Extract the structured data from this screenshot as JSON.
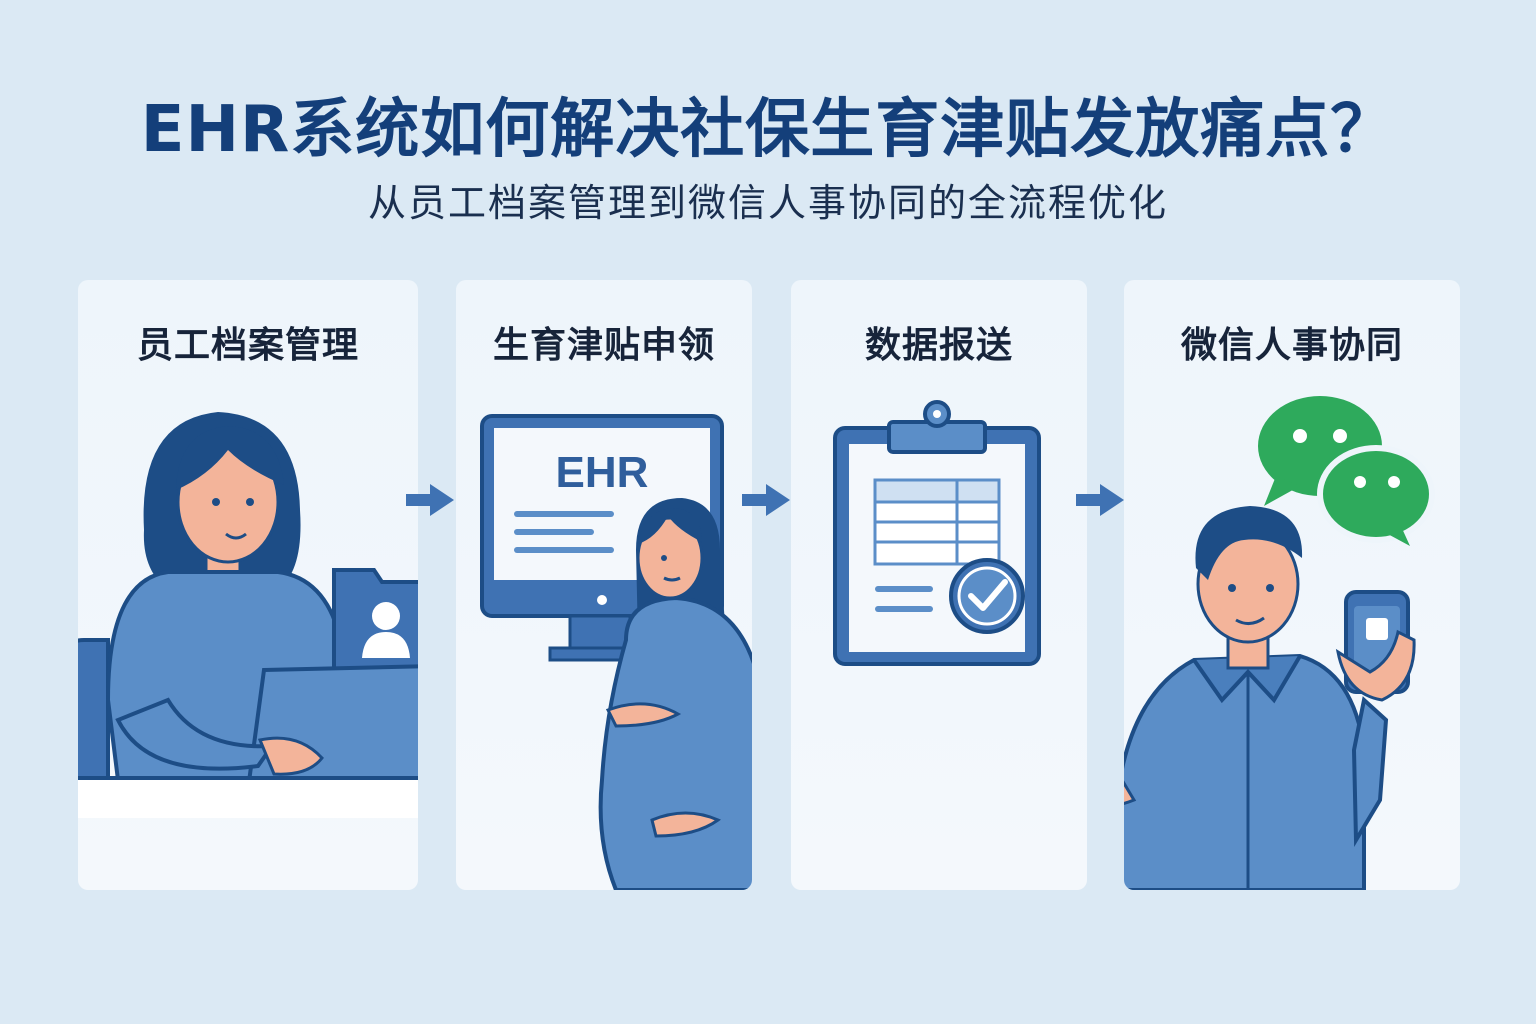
{
  "header": {
    "title": "EHR系统如何解决社保生育津贴发放痛点？",
    "subtitle": "从员工档案管理到微信人事协同的全流程优化"
  },
  "steps": [
    {
      "label": "员工档案管理",
      "icon": "woman-at-laptop-with-profile-folder"
    },
    {
      "label": "生育津贴申领",
      "icon": "pregnant-woman-with-ehr-monitor",
      "monitor_text": "EHR"
    },
    {
      "label": "数据报送",
      "icon": "clipboard-table-checkmark"
    },
    {
      "label": "微信人事协同",
      "icon": "man-with-phone-and-wechat-bubbles"
    }
  ],
  "colors": {
    "background": "#dbe9f4",
    "title": "#143f7a",
    "primary_blue": "#5b8ec8",
    "dark_blue": "#1d4d86",
    "wechat_green": "#2eaa5c",
    "skin": "#f3b49a"
  }
}
